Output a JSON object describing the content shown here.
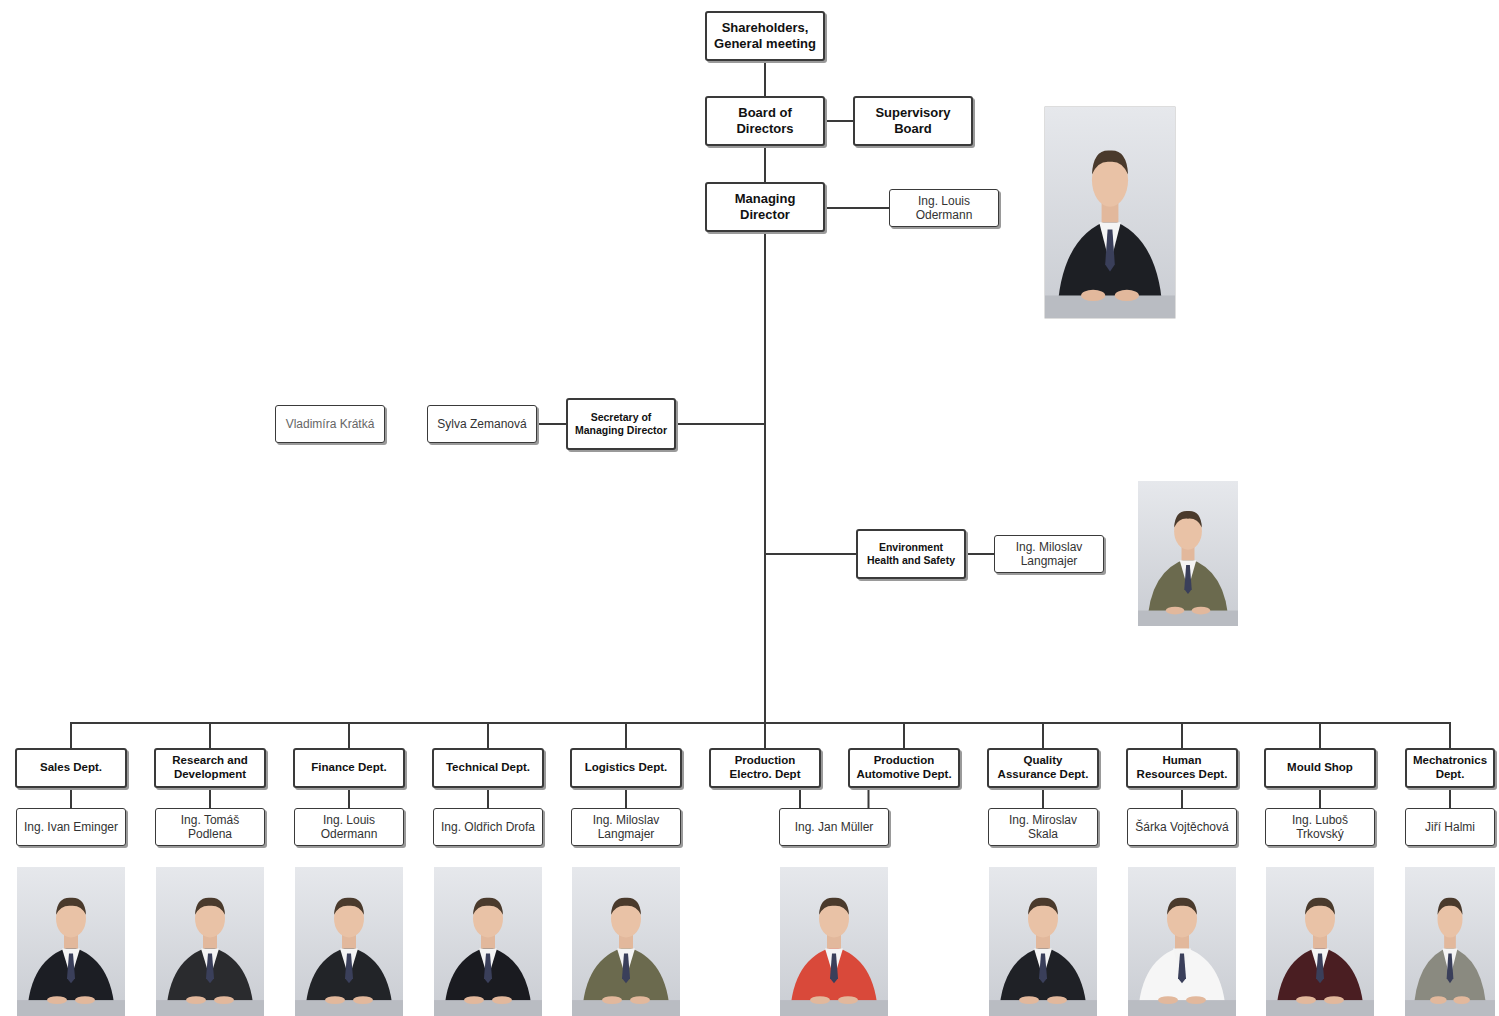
{
  "diagram": {
    "nodes": [
      {
        "text": [
          "Shareholders, General meeting"
        ]
      },
      {
        "text": [
          "Board of Directors"
        ]
      },
      {
        "text": [
          "Supervisory Board"
        ]
      },
      {
        "text": [
          "Managing Director"
        ]
      },
      {
        "text": [
          "Ing. Louis Odermann"
        ]
      },
      {
        "text": [
          "Vladimíra Krátká"
        ]
      },
      {
        "text": [
          "Sylva Zemanová"
        ]
      },
      {
        "text": [
          "Secretary of Managing Director"
        ]
      },
      {
        "text": [
          "Environment Health and Safety"
        ]
      },
      {
        "text": [
          "Ing. Miloslav Langmajer"
        ]
      },
      {
        "text": [
          "Sales Dept."
        ]
      },
      {
        "text": [
          "Research and Development"
        ]
      },
      {
        "text": [
          "Finance Dept."
        ]
      },
      {
        "text": [
          "Technical Dept."
        ]
      },
      {
        "text": [
          "Logistics Dept."
        ]
      },
      {
        "text": [
          "Production Electro. Dept"
        ]
      },
      {
        "text": [
          "Production Automotive Dept."
        ]
      },
      {
        "text": [
          "Quality Assurance Dept."
        ]
      },
      {
        "text": [
          "Human Resources Dept."
        ]
      },
      {
        "text": [
          "Mould Shop"
        ]
      },
      {
        "text": [
          "Mechatronics Dept."
        ]
      },
      {
        "text": [
          "Ing. Ivan Eminger"
        ]
      },
      {
        "text": [
          "Ing. Tomáš Podlena"
        ]
      },
      {
        "text": [
          "Ing. Louis Odermann"
        ]
      },
      {
        "text": [
          "Ing. Oldřich Drofa"
        ]
      },
      {
        "text": [
          "Ing. Miloslav Langmajer"
        ]
      },
      {
        "text": [
          "Ing. Jan Müller"
        ]
      },
      {
        "text": [
          "Ing. Miroslav Skala"
        ]
      },
      {
        "text": [
          "Šárka Vojtěchová"
        ]
      },
      {
        "text": [
          "Ing. Luboš Trkovský"
        ]
      },
      {
        "text": [
          "Jiří Halmi"
        ]
      }
    ],
    "edges": [
      {
        "from": 0,
        "to": 1,
        "arrow": "none"
      },
      {
        "from": 1,
        "to": 2,
        "arrow": "none"
      },
      {
        "from": 1,
        "to": 3,
        "arrow": "none"
      },
      {
        "from": 3,
        "to": 4,
        "arrow": "none"
      },
      {
        "from": 3,
        "to": 7,
        "arrow": "none"
      },
      {
        "from": 7,
        "to": 6,
        "arrow": "none"
      },
      {
        "from": 3,
        "to": 8,
        "arrow": "none"
      },
      {
        "from": 8,
        "to": 9,
        "arrow": "none"
      },
      {
        "from": 3,
        "to": 10,
        "arrow": "none"
      },
      {
        "from": 3,
        "to": 11,
        "arrow": "none"
      },
      {
        "from": 3,
        "to": 12,
        "arrow": "none"
      },
      {
        "from": 3,
        "to": 13,
        "arrow": "none"
      },
      {
        "from": 3,
        "to": 14,
        "arrow": "none"
      },
      {
        "from": 3,
        "to": 15,
        "arrow": "none"
      },
      {
        "from": 3,
        "to": 16,
        "arrow": "none"
      },
      {
        "from": 3,
        "to": 17,
        "arrow": "none"
      },
      {
        "from": 3,
        "to": 18,
        "arrow": "none"
      },
      {
        "from": 3,
        "to": 19,
        "arrow": "none"
      },
      {
        "from": 3,
        "to": 20,
        "arrow": "none"
      },
      {
        "from": 10,
        "to": 21,
        "arrow": "none"
      },
      {
        "from": 11,
        "to": 22,
        "arrow": "none"
      },
      {
        "from": 12,
        "to": 23,
        "arrow": "none"
      },
      {
        "from": 13,
        "to": 24,
        "arrow": "none"
      },
      {
        "from": 14,
        "to": 25,
        "arrow": "none"
      },
      {
        "from": 15,
        "to": 26,
        "arrow": "none"
      },
      {
        "from": 16,
        "to": 26,
        "arrow": "none"
      },
      {
        "from": 17,
        "to": 27,
        "arrow": "none"
      },
      {
        "from": 18,
        "to": 28,
        "arrow": "none"
      },
      {
        "from": 19,
        "to": 29,
        "arrow": "none"
      },
      {
        "from": 20,
        "to": 30,
        "arrow": "none"
      }
    ]
  }
}
